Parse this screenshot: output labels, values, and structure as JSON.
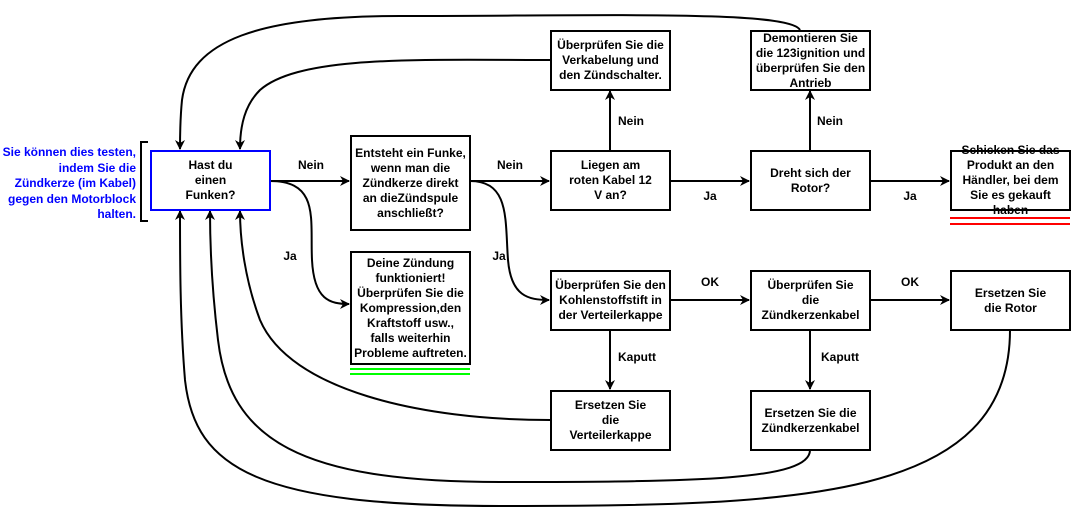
{
  "note": "Sie können dies testen, indem Sie die Zündkerze (im  Kabel) gegen den Motorblock halten.",
  "nodes": {
    "q_spark": "Hast du einen Funken?",
    "q_coil": "Entsteht ein Funke, wenn man die Zündkerze direkt an dieZündspule anschließt?",
    "end_ok": "Deine Zündung funktioniert! Überprüfen Sie die Kompression,den Kraftstoff usw., falls weiterhin Probleme auftreten.",
    "q_12v": "Liegen am roten Kabel 12 V an?",
    "check_wiring": "Überprüfen Sie die Verkabelung und den Zündschalter.",
    "q_rotor": "Dreht sich der Rotor?",
    "dismount": "Demontieren Sie die 123ignition und überprüfen Sie den Antrieb",
    "send_back": "Schicken Sie das Produkt an den Händler, bei dem Sie es gekauft haben",
    "check_carbon": "Überprüfen Sie den Kohlenstoffstift in der Verteilerkappe",
    "check_cable": "Überprüfen Sie die Zündkerzenkabel",
    "replace_rotor": "Ersetzen Sie die Rotor",
    "replace_cap": "Ersetzen Sie die Verteilerkappe",
    "replace_cable": "Ersetzen Sie die Zündkerzenkabel"
  },
  "edge_labels": {
    "spark_no": "Nein",
    "spark_yes": "Ja",
    "coil_no": "Nein",
    "coil_yes": "Ja",
    "v12_no": "Nein",
    "v12_yes": "Ja",
    "rotor_no": "Nein",
    "rotor_yes": "Ja",
    "carbon_ok": "OK",
    "cable_ok": "OK",
    "carbon_broken": "Kaputt",
    "cable_broken": "Kaputt"
  },
  "colors": {
    "highlight": "#0000ff",
    "success": "#00ff00",
    "error": "#ff0000"
  }
}
